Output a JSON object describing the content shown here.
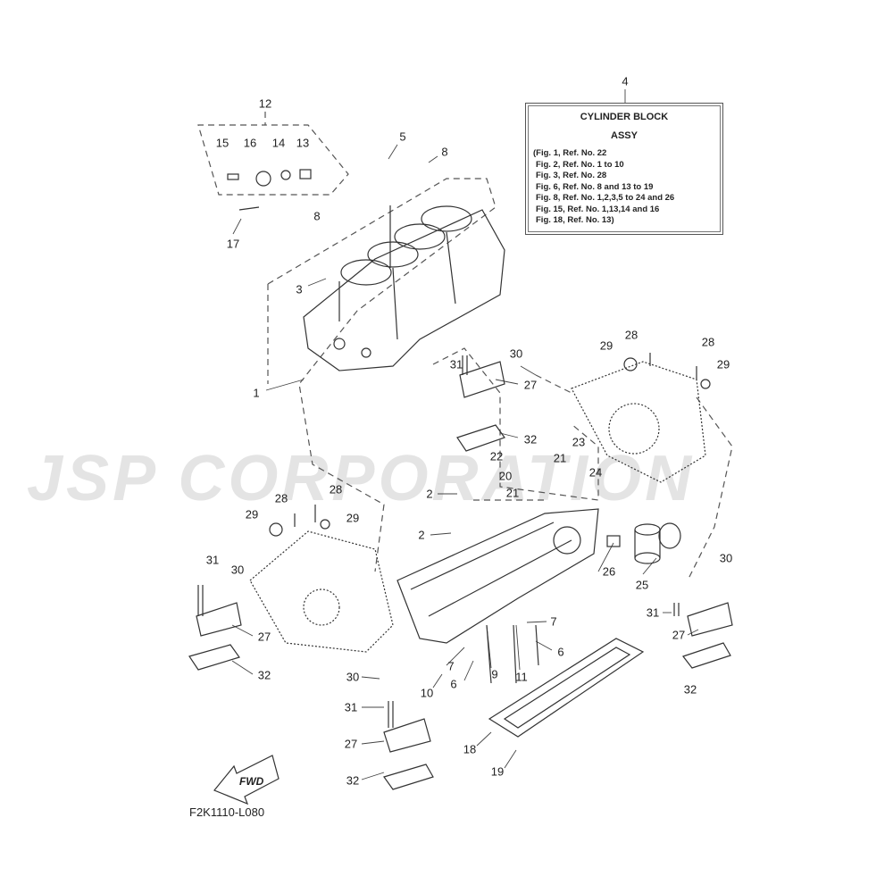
{
  "watermark": "JSP CORPORATION",
  "info_box": {
    "ref": "4",
    "title": "CYLINDER BLOCK",
    "subtitle": "ASSY",
    "lines": [
      "(Fig. 1, Ref. No. 22",
      "Fig. 2, Ref. No. 1 to 10",
      "Fig. 3, Ref. No. 28",
      "Fig. 6, Ref. No. 8 and 13 to 19",
      "Fig. 8, Ref. No. 1,2,3,5 to 24 and 26",
      "Fig. 15, Ref. No. 1,13,14 and 16",
      "Fig. 18, Ref. No. 13)"
    ]
  },
  "fwd_label": "FWD",
  "diagram_code": "F2K1110-L080",
  "callouts": [
    "12",
    "15",
    "16",
    "14",
    "13",
    "17",
    "5",
    "8",
    "8",
    "3",
    "1",
    "30",
    "31",
    "27",
    "32",
    "29",
    "28",
    "28",
    "29",
    "22",
    "21",
    "23",
    "24",
    "20",
    "21",
    "2",
    "2",
    "28",
    "28",
    "29",
    "29",
    "31",
    "30",
    "27",
    "32",
    "26",
    "25",
    "30",
    "31",
    "27",
    "32",
    "7",
    "6",
    "7",
    "9",
    "11",
    "10",
    "6",
    "30",
    "31",
    "27",
    "32",
    "18",
    "19"
  ]
}
